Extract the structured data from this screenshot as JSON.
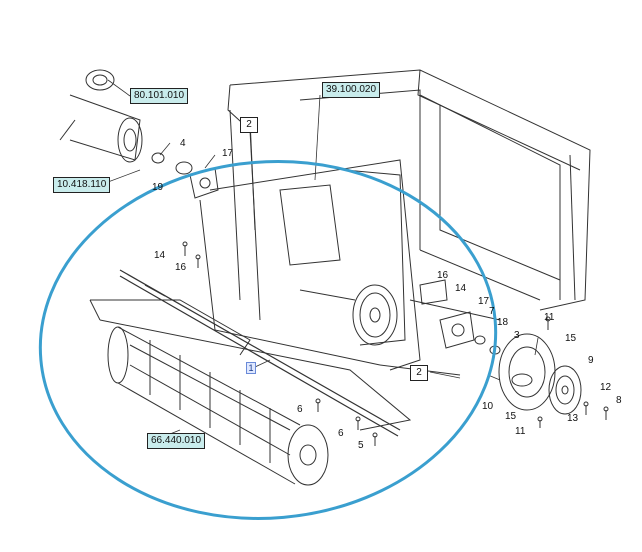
{
  "diagram": {
    "ref_boxes": [
      "80.101.010",
      "39.100.020",
      "10.418.110",
      "66.440.010"
    ],
    "square_labels": [
      "2",
      "2"
    ],
    "highlighted_part": "1",
    "part_numbers": [
      "4",
      "17",
      "19",
      "14",
      "16",
      "14",
      "16",
      "17",
      "18",
      "7",
      "3",
      "11",
      "15",
      "9",
      "12",
      "8",
      "13",
      "10",
      "15",
      "11",
      "6",
      "6",
      "5"
    ],
    "colors": {
      "ellipse": "#3a9fcf",
      "ref_box_fill": "#c9ecec",
      "line": "#222222"
    }
  }
}
